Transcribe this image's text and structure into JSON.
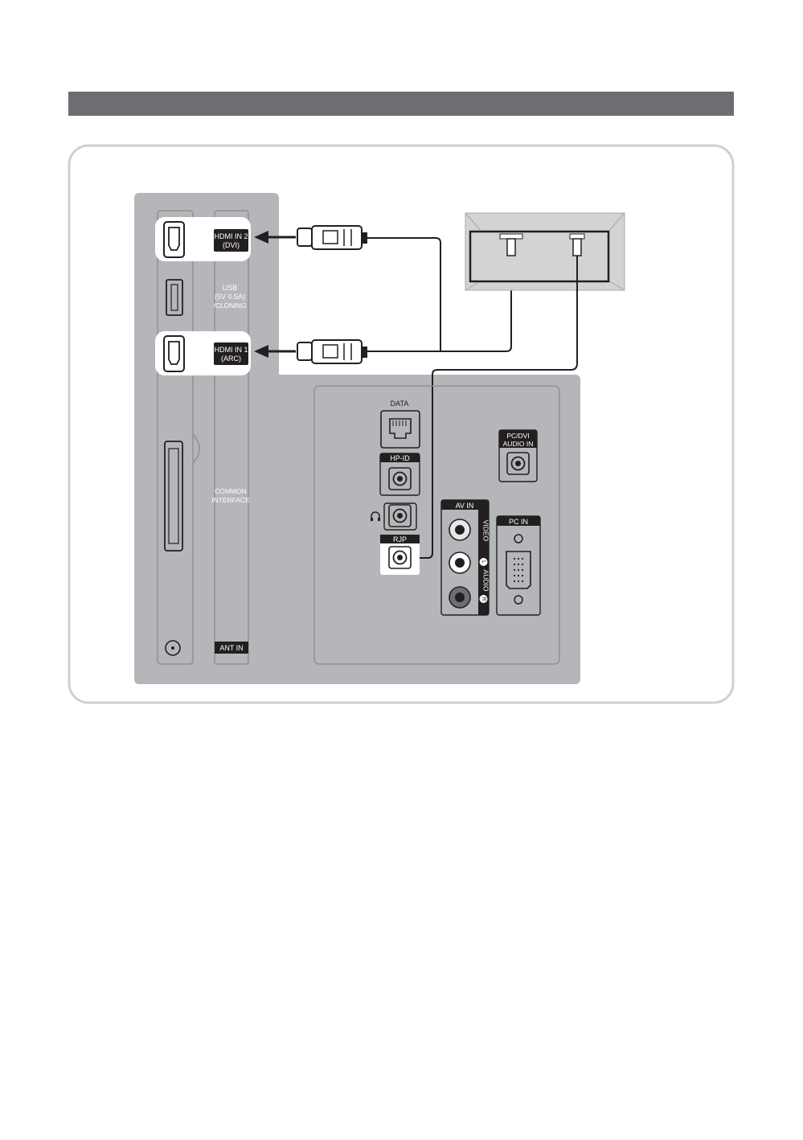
{
  "header_bar": {
    "title": ""
  },
  "side_panel": {
    "hdmi2": {
      "line1": "HDMI IN 2",
      "line2": "(DVI)"
    },
    "usb": {
      "line1": "USB",
      "line2": "(5V 0.5A)",
      "line3": "/CLONING"
    },
    "hdmi1": {
      "line1": "HDMI IN 1",
      "line2": "(ARC)"
    },
    "common_interface": {
      "line1": "COMMON",
      "line2": "INTERFACE"
    },
    "ant_in": "ANT IN"
  },
  "rear_panel": {
    "data": "DATA",
    "hp_id": "HP-ID",
    "rjp": "RJP",
    "pc_dvi_audio": {
      "line1": "PC/DVI",
      "line2": "AUDIO IN"
    },
    "av_in": "AV IN",
    "video": "VIDEO",
    "audio": "AUDIO",
    "audio_left_mark": "L",
    "audio_right_mark": "R",
    "pc_in": "PC IN"
  },
  "icons": [
    "hdmi-port-icon",
    "usb-port-icon",
    "headphone-icon",
    "ethernet-port-icon",
    "vga-port-icon",
    "rca-jack-icon",
    "antenna-jack-icon",
    "hdmi-plug-icon",
    "arrow-left-icon"
  ],
  "colors": {
    "panel_gray": "#b4b6b9",
    "header_gray": "#6d6e71",
    "label_dark": "#231f20",
    "cable": "#231f20",
    "frame_border": "#cfd0d2"
  }
}
